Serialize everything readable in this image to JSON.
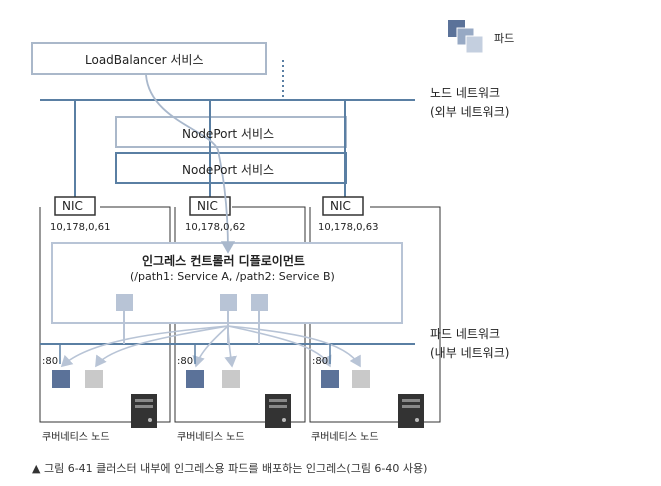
{
  "legend": {
    "pod_label": "파드"
  },
  "loadbalancer": {
    "label": "LoadBalancer 서비스"
  },
  "nodeports": [
    {
      "label": "NodePort 서비스"
    },
    {
      "label": "NodePort 서비스"
    }
  ],
  "node_network": {
    "line1": "노드 네트워크",
    "line2": "(외부 네트워크)"
  },
  "pod_network": {
    "line1": "파드 네트워크",
    "line2": "(내부 네트워크)"
  },
  "nodes": [
    {
      "nic": "NIC",
      "ip": "10,178,0,61",
      "port": ":80",
      "label": "쿠버네티스 노드"
    },
    {
      "nic": "NIC",
      "ip": "10,178,0,62",
      "port": ":80",
      "label": "쿠버네티스 노드"
    },
    {
      "nic": "NIC",
      "ip": "10,178,0,63",
      "port": ":80",
      "label": "쿠버네티스 노드"
    }
  ],
  "ingress": {
    "title": "인그레스 컨트롤러 디플로이먼트",
    "paths": "(/path1: Service A, /path2: Service B)"
  },
  "caption": {
    "marker": "▲",
    "text": "그림 6-41 클러스터 내부에 인그레스용 파드를 배포하는 인그레스(그림 6-40 사용)"
  },
  "colors": {
    "line": "#5a7fa3",
    "pod_dark": "#5b7299",
    "pod_light": "#b8c4d6",
    "pod_gray": "#c9c9c9",
    "box_border": "#aab8ca",
    "server": "#333333"
  }
}
